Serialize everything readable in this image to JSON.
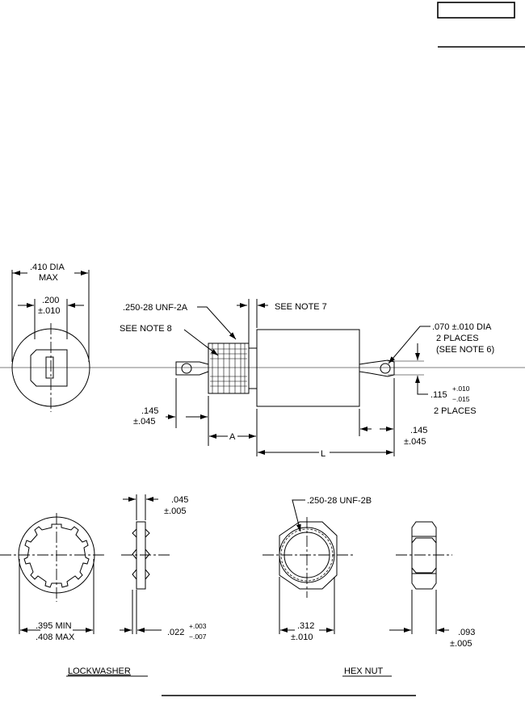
{
  "header": {
    "box_text": "",
    "rule_text": ""
  },
  "view_end": {
    "dia": ".410 DIA",
    "max": "MAX",
    "slot_w": ".200",
    "slot_tol": "±.010"
  },
  "view_side": {
    "thread": ".250-28 UNF-2A",
    "note7": "SEE NOTE 7",
    "note8": "SEE NOTE 8",
    "hole_dia": ".070  ±.010 DIA",
    "hole_places": "2 PLACES",
    "hole_note": "(SEE NOTE 6)",
    "lug_off": ".115",
    "lug_tol_plus": "+.010",
    "lug_tol_minus": "−.015",
    "lug_places": "2 PLACES",
    "lug_len_l": ".145",
    "lug_len_l_tol": "±.045",
    "lug_len_r": ".145",
    "lug_len_r_tol": "±.045",
    "dim_a": "A",
    "dim_l": "L"
  },
  "lockwasher": {
    "thk": ".045",
    "thk_tol": "±.005",
    "id_min": ".395 MIN",
    "id_max": ".408 MAX",
    "tooth": ".022",
    "tooth_plus": "+.003",
    "tooth_minus": "−.007",
    "title": "LOCKWASHER"
  },
  "hexnut": {
    "thread": ".250-28 UNF-2B",
    "flat": ".312",
    "flat_tol": "±.010",
    "thk": ".093",
    "thk_tol": "±.005",
    "title": "HEX NUT"
  }
}
